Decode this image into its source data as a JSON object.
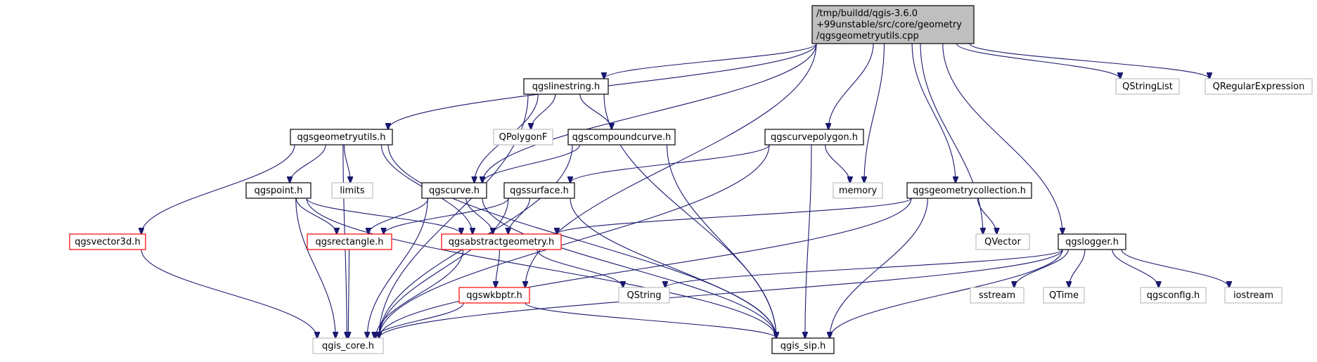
{
  "colors": {
    "edge": "#191970",
    "root_fill": "#bfbfbf",
    "red_border": "#ff0000",
    "gray_border": "#bfbfbf",
    "normal_border": "#000000"
  },
  "nodes": {
    "root": {
      "lines": [
        "/tmp/buildd/qgis-3.6.0",
        "+99unstable/src/core/geometry",
        "/qgsgeometryutils.cpp"
      ],
      "style": "root"
    },
    "qgslinestring": {
      "lines": [
        "qgslinestring.h"
      ],
      "style": "normal"
    },
    "qstringlist": {
      "lines": [
        "QStringList"
      ],
      "style": "gray"
    },
    "qregularexpression": {
      "lines": [
        "QRegularExpression"
      ],
      "style": "gray"
    },
    "qpolygonf": {
      "lines": [
        "QPolygonF"
      ],
      "style": "gray"
    },
    "qgscompoundcurve": {
      "lines": [
        "qgscompoundcurve.h"
      ],
      "style": "normal"
    },
    "qgsgeometryutils": {
      "lines": [
        "qgsgeometryutils.h"
      ],
      "style": "normal"
    },
    "qgscurvepolygon": {
      "lines": [
        "qgscurvepolygon.h"
      ],
      "style": "normal"
    },
    "memory": {
      "lines": [
        "memory"
      ],
      "style": "gray"
    },
    "limits": {
      "lines": [
        "limits"
      ],
      "style": "gray"
    },
    "qgspoint": {
      "lines": [
        "qgspoint.h"
      ],
      "style": "normal"
    },
    "qgscurve": {
      "lines": [
        "qgscurve.h"
      ],
      "style": "normal"
    },
    "qgssurface": {
      "lines": [
        "qgssurface.h"
      ],
      "style": "normal"
    },
    "qgsgeometrycollection": {
      "lines": [
        "qgsgeometrycollection.h"
      ],
      "style": "normal"
    },
    "qgsvector3d": {
      "lines": [
        "qgsvector3d.h"
      ],
      "style": "red"
    },
    "qgsrectangle": {
      "lines": [
        "qgsrectangle.h"
      ],
      "style": "red"
    },
    "qgsabstractgeometry": {
      "lines": [
        "qgsabstractgeometry.h"
      ],
      "style": "red"
    },
    "qvector": {
      "lines": [
        "QVector"
      ],
      "style": "gray"
    },
    "qgslogger": {
      "lines": [
        "qgslogger.h"
      ],
      "style": "normal"
    },
    "qgswkbptr": {
      "lines": [
        "qgswkbptr.h"
      ],
      "style": "red"
    },
    "qstring": {
      "lines": [
        "QString"
      ],
      "style": "gray"
    },
    "sstream": {
      "lines": [
        "sstream"
      ],
      "style": "gray"
    },
    "qtime": {
      "lines": [
        "QTime"
      ],
      "style": "gray"
    },
    "qgsconfig": {
      "lines": [
        "qgsconfig.h"
      ],
      "style": "gray"
    },
    "iostream": {
      "lines": [
        "iostream"
      ],
      "style": "gray"
    },
    "qgis_core": {
      "lines": [
        "qgis_core.h"
      ],
      "style": "gray"
    },
    "qgis_sip": {
      "lines": [
        "qgis_sip.h"
      ],
      "style": "normal"
    }
  },
  "edges": [
    [
      "root",
      "qgslinestring"
    ],
    [
      "root",
      "qstringlist"
    ],
    [
      "root",
      "qregularexpression"
    ],
    [
      "root",
      "qgsgeometryutils"
    ],
    [
      "root",
      "qgscurve"
    ],
    [
      "root",
      "qgscurvepolygon"
    ],
    [
      "root",
      "memory"
    ],
    [
      "root",
      "qgsgeometrycollection"
    ],
    [
      "root",
      "qvector"
    ],
    [
      "root",
      "qgslogger"
    ],
    [
      "root",
      "qgswkbptr"
    ],
    [
      "qgslinestring",
      "qpolygonf"
    ],
    [
      "qgslinestring",
      "qgscompoundcurve"
    ],
    [
      "qgslinestring",
      "qgscurve"
    ],
    [
      "qgslinestring",
      "qgis_core"
    ],
    [
      "qgslinestring",
      "qgis_sip"
    ],
    [
      "qgscompoundcurve",
      "qgscurve"
    ],
    [
      "qgscompoundcurve",
      "qgis_core"
    ],
    [
      "qgscompoundcurve",
      "qgis_sip"
    ],
    [
      "qgsgeometryutils",
      "qgspoint"
    ],
    [
      "qgsgeometryutils",
      "limits"
    ],
    [
      "qgsgeometryutils",
      "qgsvector3d"
    ],
    [
      "qgsgeometryutils",
      "qgsabstractgeometry"
    ],
    [
      "qgsgeometryutils",
      "qgis_core"
    ],
    [
      "qgsgeometryutils",
      "qgis_sip"
    ],
    [
      "qgscurvepolygon",
      "memory"
    ],
    [
      "qgscurvepolygon",
      "qgssurface"
    ],
    [
      "qgscurvepolygon",
      "qgis_core"
    ],
    [
      "qgscurvepolygon",
      "qgis_sip"
    ],
    [
      "qgspoint",
      "qgsrectangle"
    ],
    [
      "qgspoint",
      "qgsabstractgeometry"
    ],
    [
      "qgspoint",
      "qgis_core"
    ],
    [
      "qgspoint",
      "qgis_sip"
    ],
    [
      "qgscurve",
      "qgsrectangle"
    ],
    [
      "qgscurve",
      "qgsabstractgeometry"
    ],
    [
      "qgscurve",
      "qgis_core"
    ],
    [
      "qgscurve",
      "qgis_sip"
    ],
    [
      "qgssurface",
      "qgsrectangle"
    ],
    [
      "qgssurface",
      "qgsabstractgeometry"
    ],
    [
      "qgssurface",
      "qgis_core"
    ],
    [
      "qgssurface",
      "qgis_sip"
    ],
    [
      "qgsgeometrycollection",
      "qgsabstractgeometry"
    ],
    [
      "qgsgeometrycollection",
      "qvector"
    ],
    [
      "qgsgeometrycollection",
      "qgis_core"
    ],
    [
      "qgsgeometrycollection",
      "qgis_sip"
    ],
    [
      "qgsvector3d",
      "qgis_core"
    ],
    [
      "qgsrectangle",
      "qgis_core"
    ],
    [
      "qgsabstractgeometry",
      "qgswkbptr"
    ],
    [
      "qgsabstractgeometry",
      "qstring"
    ],
    [
      "qgsabstractgeometry",
      "qgis_core"
    ],
    [
      "qgswkbptr",
      "qgis_core"
    ],
    [
      "qgswkbptr",
      "qgis_sip"
    ],
    [
      "qgslogger",
      "qstring"
    ],
    [
      "qgslogger",
      "sstream"
    ],
    [
      "qgslogger",
      "qtime"
    ],
    [
      "qgslogger",
      "qgsconfig"
    ],
    [
      "qgslogger",
      "iostream"
    ],
    [
      "qgslogger",
      "qgis_core"
    ],
    [
      "qgslogger",
      "qgis_sip"
    ]
  ]
}
